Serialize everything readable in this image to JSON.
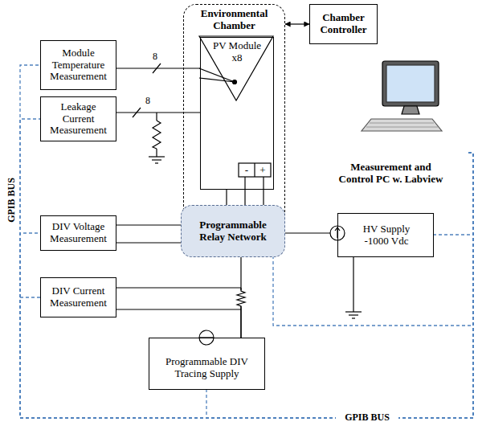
{
  "diagram": {
    "nodes": [
      {
        "text": [
          "Environmental Chamber"
        ]
      },
      {
        "text": [
          "PV Module x8"
        ],
        "in": 0
      },
      {
        "text": [
          "Chamber Controller"
        ]
      },
      {
        "text": [
          "Module Temperature Measurement"
        ]
      },
      {
        "text": [
          "Leakage Current Measurement"
        ]
      },
      {
        "text": [
          "Measurement and Control PC w. Labview"
        ]
      },
      {
        "text": [
          "DIV Voltage Measurement"
        ]
      },
      {
        "text": [
          "Programmable Relay Network"
        ]
      },
      {
        "text": [
          "HV Supply -1000 Vdc"
        ]
      },
      {
        "text": [
          "DIV Current Measurement"
        ]
      },
      {
        "text": [
          "Programmable DIV Tracing Supply"
        ]
      }
    ],
    "edges": [
      {
        "from": 0,
        "to": 2,
        "arrow": "both"
      },
      {
        "from": 3,
        "to": 1,
        "arrow": "none"
      },
      {
        "from": 4,
        "to": 1,
        "arrow": "none"
      },
      {
        "from": 6,
        "to": 7,
        "arrow": "none"
      },
      {
        "from": 9,
        "to": 10,
        "arrow": "none"
      },
      {
        "from": 10,
        "to": 7,
        "arrow": "none"
      },
      {
        "from": 7,
        "to": 8,
        "arrow": "none"
      },
      {
        "from": 7,
        "to": 1,
        "arrow": "none"
      },
      {
        "from": 5,
        "to": 8,
        "arrow": "none"
      },
      {
        "from": 5,
        "to": 7,
        "arrow": "none"
      },
      {
        "from": 5,
        "to": 10,
        "arrow": "none"
      },
      {
        "from": 5,
        "to": 3,
        "arrow": "none"
      },
      {
        "from": 5,
        "to": 4,
        "arrow": "none"
      },
      {
        "from": 5,
        "to": 6,
        "arrow": "none"
      },
      {
        "from": 5,
        "to": 9,
        "arrow": "none"
      }
    ],
    "labels": [
      "8",
      "8",
      "-",
      "+",
      "GPIB BUS",
      "GPIB BUS"
    ]
  }
}
